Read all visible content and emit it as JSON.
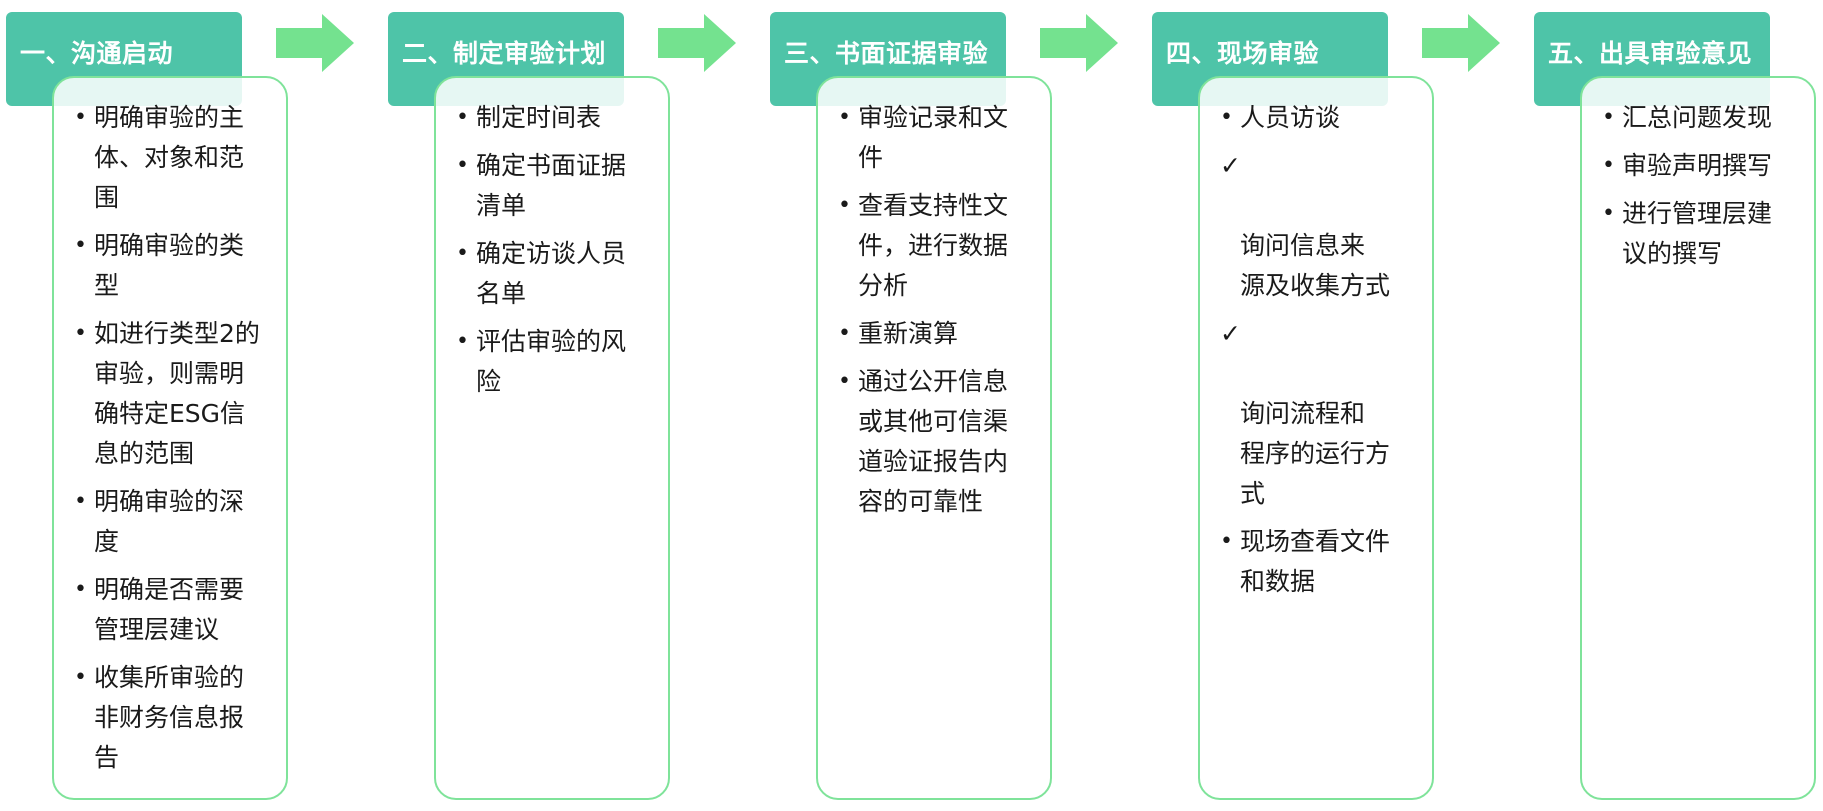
{
  "stages": [
    {
      "title": "一、沟通启动",
      "items": [
        {
          "type": "bullet",
          "text": "明确审验的主\n体、对象和范\n围"
        },
        {
          "type": "bullet",
          "text": "明确审验的类\n型"
        },
        {
          "type": "bullet",
          "text": "如进行类型2的\n审验，则需明\n确特定ESG信\n息的范围"
        },
        {
          "type": "bullet",
          "text": "明确审验的深\n度"
        },
        {
          "type": "bullet",
          "text": "明确是否需要\n管理层建议"
        },
        {
          "type": "bullet",
          "text": "收集所审验的\n非财务信息报\n告"
        }
      ]
    },
    {
      "title": "二、制定审验计划",
      "items": [
        {
          "type": "bullet",
          "text": "制定时间表"
        },
        {
          "type": "bullet",
          "text": "确定书面证据\n清单"
        },
        {
          "type": "bullet",
          "text": "确定访谈人员\n名单"
        },
        {
          "type": "bullet",
          "text": "评估审验的风\n险"
        }
      ]
    },
    {
      "title": "三、书面证据审验",
      "items": [
        {
          "type": "bullet",
          "text": "审验记录和文\n件"
        },
        {
          "type": "bullet",
          "text": "查看支持性文\n件，进行数据\n分析"
        },
        {
          "type": "bullet",
          "text": "重新演算"
        },
        {
          "type": "bullet",
          "text": "通过公开信息\n或其他可信渠\n道验证报告内\n容的可靠性"
        }
      ]
    },
    {
      "title": "四、现场审验",
      "items": [
        {
          "type": "bullet",
          "text": "人员访谈"
        },
        {
          "type": "check",
          "mark": "✓",
          "text": "询问信息来\n源及收集方式"
        },
        {
          "type": "check",
          "mark": "✓",
          "text": "询问流程和\n程序的运行方\n式"
        },
        {
          "type": "bullet",
          "text": "现场查看文件\n和数据"
        }
      ]
    },
    {
      "title": "五、出具审验意见",
      "items": [
        {
          "type": "bullet",
          "text": "汇总问题发现"
        },
        {
          "type": "bullet",
          "text": "审验声明撰写"
        },
        {
          "type": "bullet",
          "text": "进行管理层建\n议的撰写"
        }
      ]
    }
  ],
  "colors": {
    "header": "#4ec4a8",
    "arrow": "#74e28f",
    "border": "#7fe39a",
    "text": "#1a1a1a"
  },
  "icons": {
    "arrow": "right-arrow-icon"
  }
}
